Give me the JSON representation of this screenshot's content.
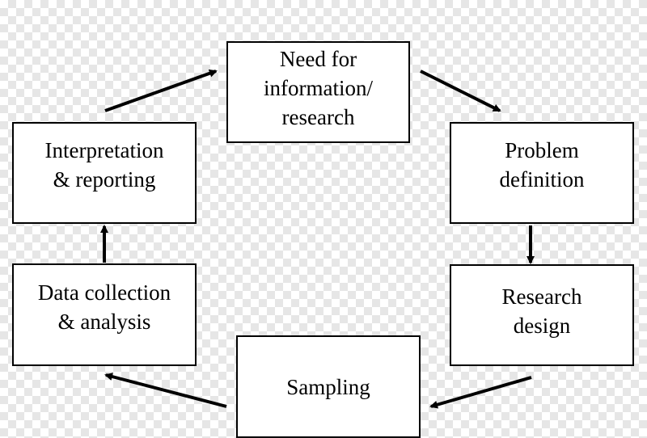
{
  "diagram": {
    "nodes": {
      "need": "Need for\ninformation/\nresearch",
      "problem": "Problem\ndefinition",
      "design": "Research\ndesign",
      "sampling": "Sampling",
      "collection": "Data collection\n& analysis",
      "interpretation": "Interpretation\n& reporting"
    },
    "edges": [
      {
        "from": "need",
        "to": "problem"
      },
      {
        "from": "problem",
        "to": "design"
      },
      {
        "from": "design",
        "to": "sampling"
      },
      {
        "from": "sampling",
        "to": "collection"
      },
      {
        "from": "collection",
        "to": "interpretation"
      },
      {
        "from": "interpretation",
        "to": "need"
      }
    ]
  }
}
